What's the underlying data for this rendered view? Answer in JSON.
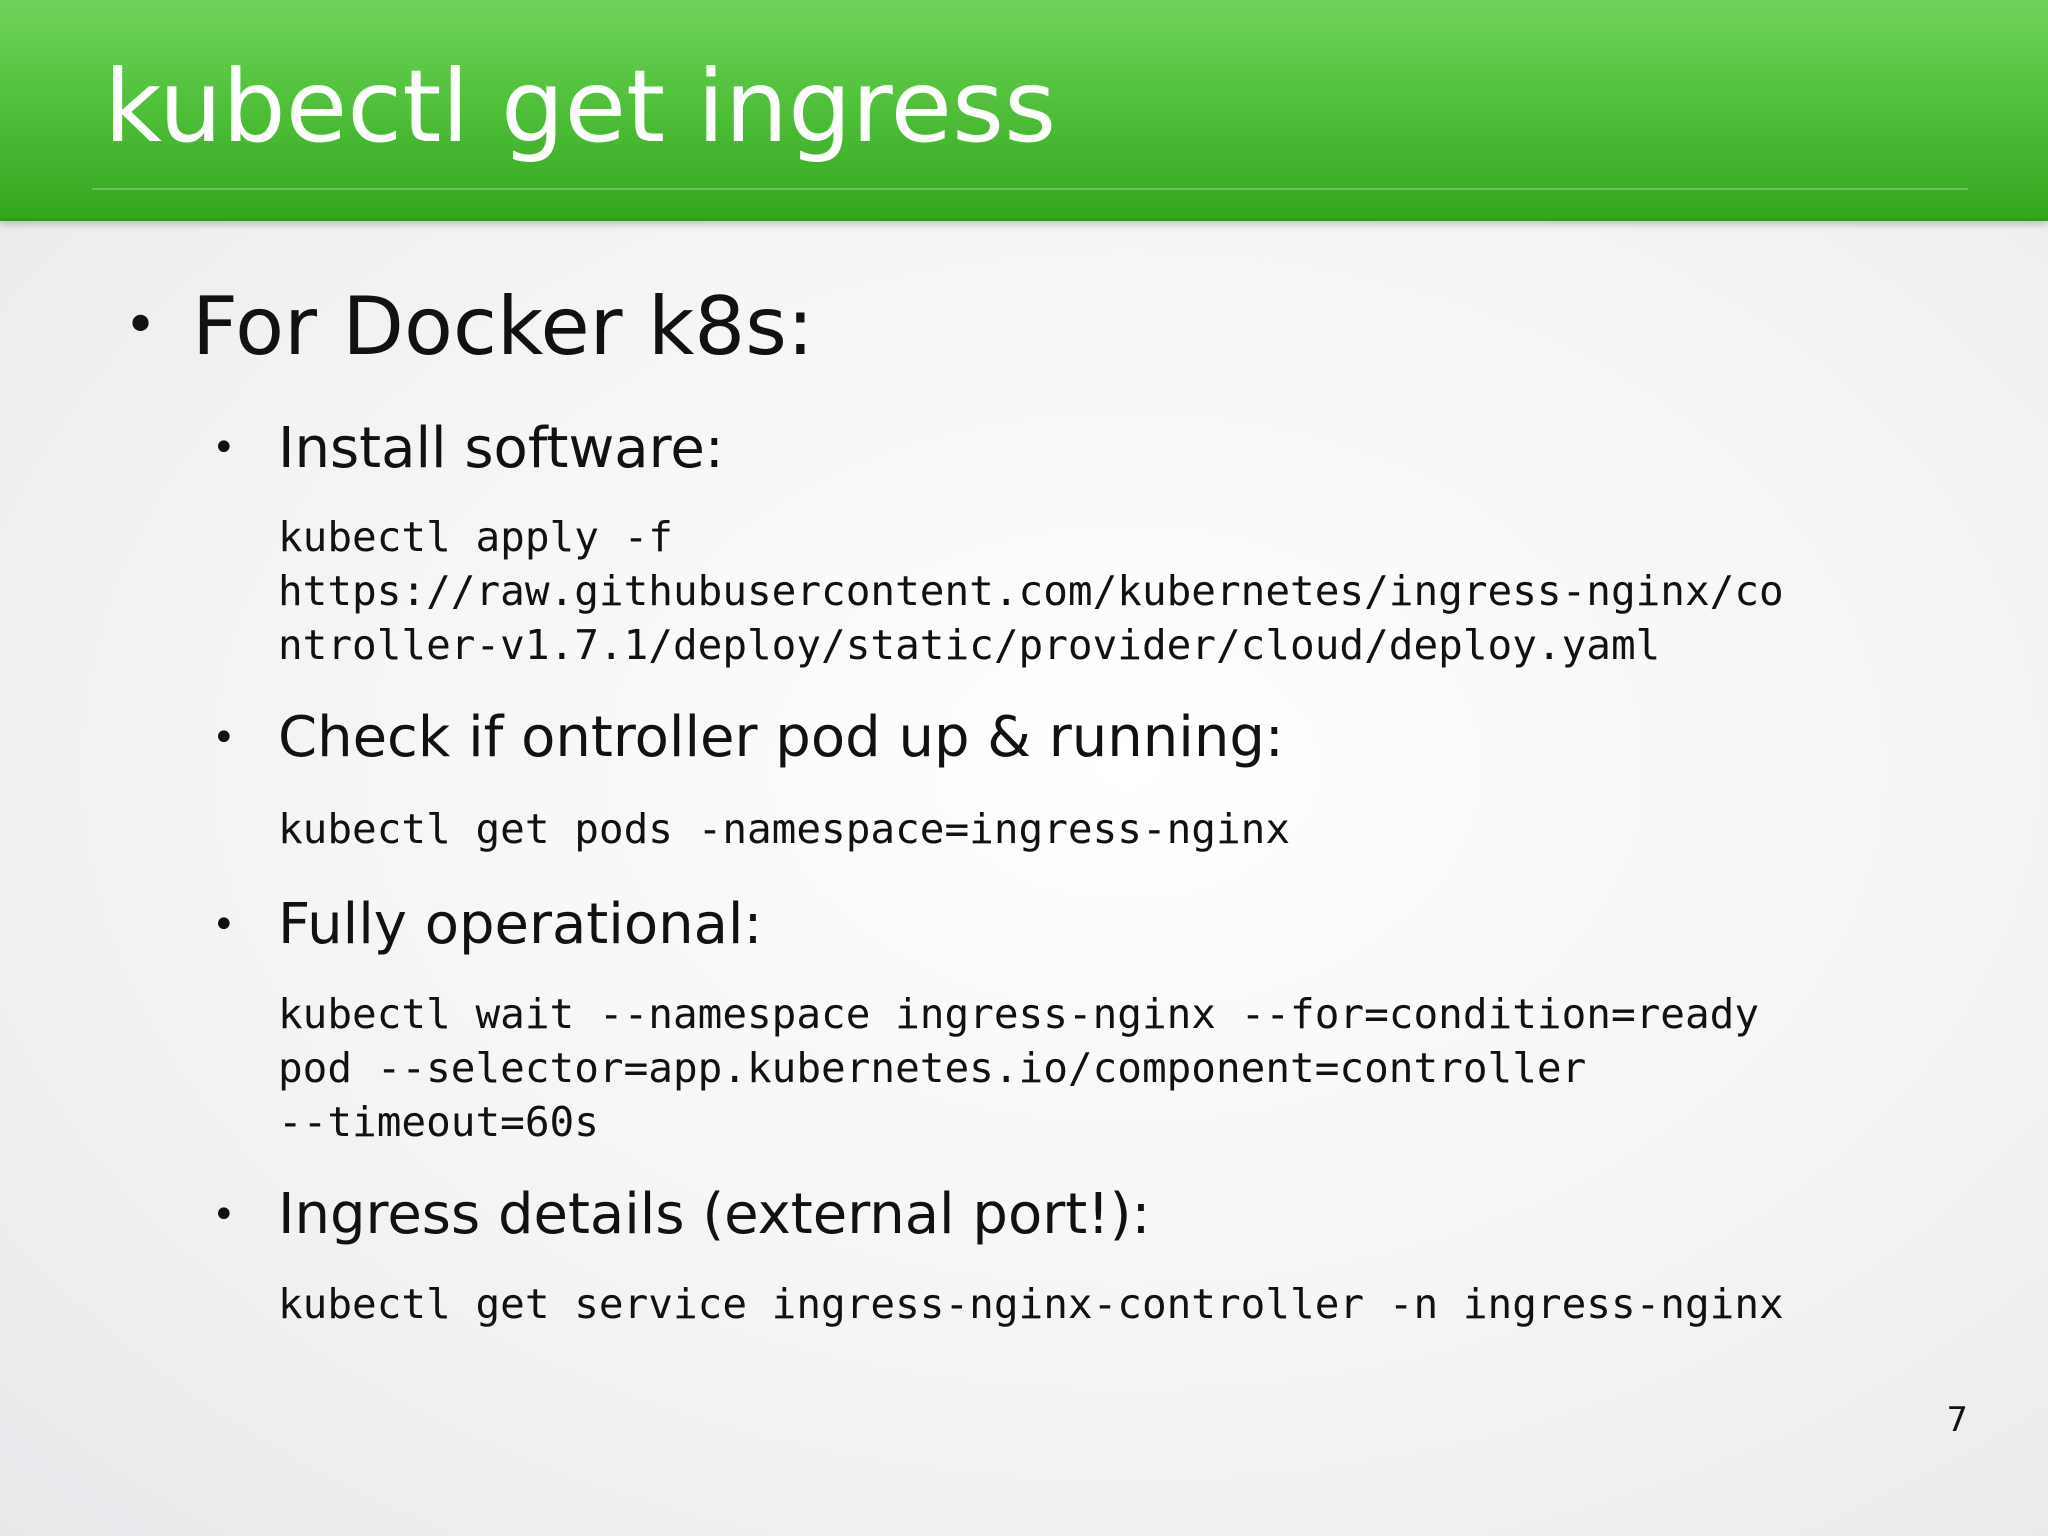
{
  "slide": {
    "title": "kubectl get ingress",
    "page_number": "7"
  },
  "main_bullet": {
    "text": "For Docker k8s:"
  },
  "sub_bullets": [
    {
      "text": "Install software:",
      "code": [
        "kubectl apply -f",
        "https://raw.githubusercontent.com/kubernetes/ingress-nginx/co",
        "ntroller-v1.7.1/deploy/static/provider/cloud/deploy.yaml"
      ]
    },
    {
      "text": "Check if ontroller pod up & running:",
      "code": [
        "kubectl get pods -namespace=ingress-nginx"
      ]
    },
    {
      "text": "Fully operational:",
      "code": [
        "kubectl wait --namespace ingress-nginx --for=condition=ready",
        "pod --selector=app.kubernetes.io/component=controller",
        "--timeout=60s"
      ]
    },
    {
      "text": "Ingress details (external port!):",
      "code": [
        "kubectl get service ingress-nginx-controller -n ingress-nginx"
      ]
    }
  ]
}
